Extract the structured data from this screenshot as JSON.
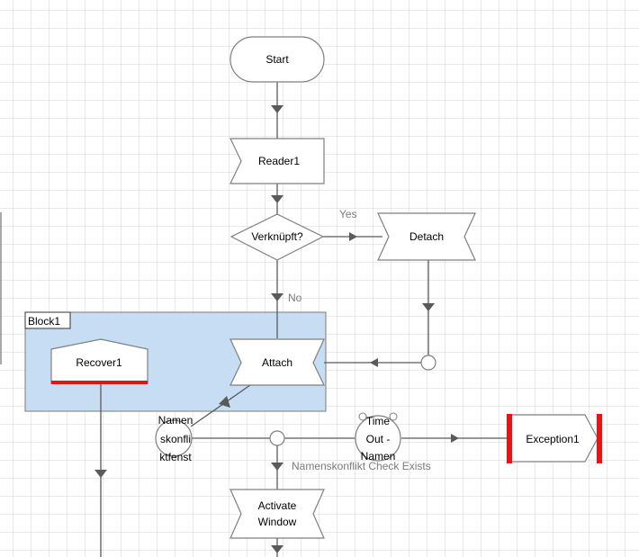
{
  "diagram": {
    "block": {
      "label": "Block1"
    },
    "shapes": {
      "start": "Start",
      "reader": "Reader1",
      "decision": "Verknüpft?",
      "detach": "Detach",
      "attach": "Attach",
      "recover": "Recover1",
      "namenskonflikt": [
        "Namen",
        "skonfli",
        "ktfenst"
      ],
      "timeout": [
        "Time",
        "Out -",
        "Namen"
      ],
      "exception": "Exception1",
      "activate": [
        "Activate",
        "Window"
      ]
    },
    "edge_labels": {
      "yes": "Yes",
      "no": "No",
      "check_exists": "Namenskonflikt Check Exists"
    },
    "colors": {
      "grid": "#d4d4d4",
      "block_fill": "#c7ddf3",
      "block_border": "#7a7a7a",
      "shape_border": "#7f7f7f",
      "line": "#5a5a5a",
      "edge_label": "#7a7a7a",
      "exception_marker": "#ee1111",
      "recover_underline": "#e01515"
    }
  }
}
